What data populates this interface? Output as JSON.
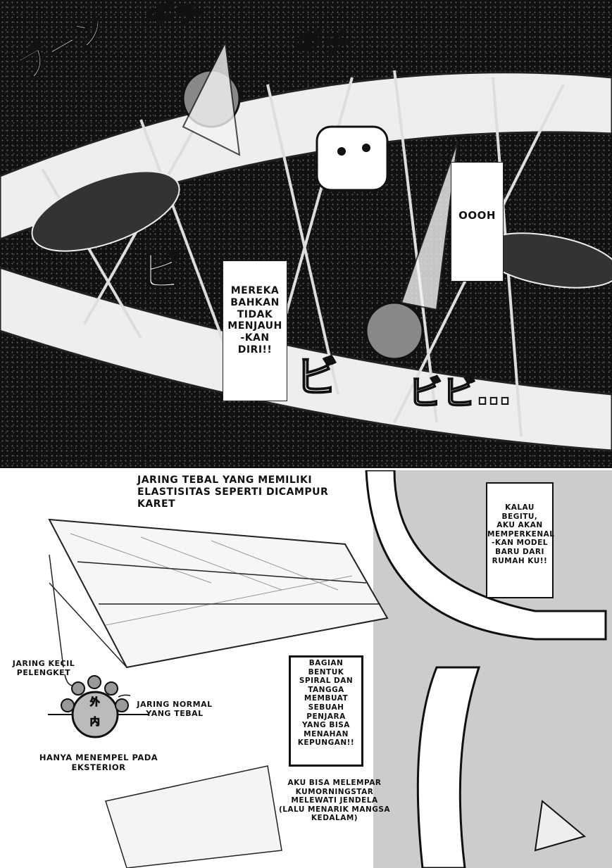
{
  "top_panel": {
    "bubble_left": "MEREKA\nBAHKAN\nTIDAK\nMENJAUH\n-KAN\nDIRI!!",
    "bubble_right": "OOOH",
    "sfx": [
      "ブーン",
      "ギチ",
      "ギチ",
      "ビ",
      "ビ",
      "ビビ…"
    ]
  },
  "bottom_panel": {
    "caption_top": "JARING TEBAL YANG MEMILIKI\nELASTISITAS SEPERTI DICAMPUR\nKARET",
    "box_right": "KALAU\nBEGITU,\nAKU AKAN\nMEMPERKENAL\n-KAN MODEL\nBARU DARI\nRUMAH KU!!",
    "label_small_web": "JARING KECIL\nPELENGKET",
    "label_normal_web": "JARING NORMAL\nYANG TEBAL",
    "diagram_outer": "外",
    "diagram_inner": "内",
    "label_exterior": "HANYA MENEMPEL PADA\nEKSTERIOR",
    "box_center": "BAGIAN\nBENTUK\nSPIRAL DAN\nTANGGA\nMEMBUAT\nSEBUAH\nPENJARA\nYANG BISA\nMENAHAN\nKEPUNGAN!!",
    "caption_bottom": "AKU BISA MELEMPAR\nKUMORNINGSTAR\nMELEWATI JENDELA\n(LALU MENARIK MANGSA\nKEDALAM)"
  }
}
